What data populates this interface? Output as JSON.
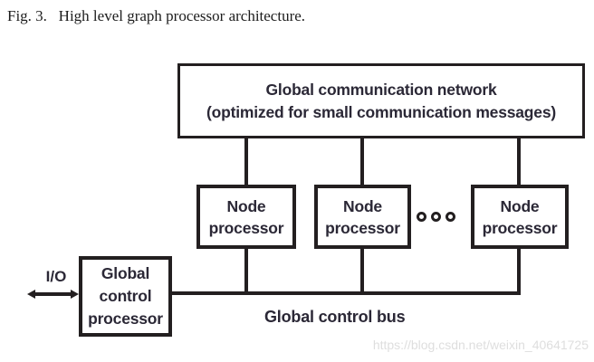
{
  "caption": "Fig. 3.   High level graph processor architecture.",
  "diagram": {
    "network_box": {
      "line1": "Global communication network",
      "line2": "(optimized for small communication messages)"
    },
    "node_processors": [
      {
        "line1": "Node",
        "line2": "processor"
      },
      {
        "line1": "Node",
        "line2": "processor"
      },
      {
        "line1": "Node",
        "line2": "processor"
      }
    ],
    "ellipsis_icon": "three-open-circles",
    "control_box": {
      "line1": "Global",
      "line2": "control",
      "line3": "processor"
    },
    "io_label": "I/O",
    "bus_label": "Global control bus"
  },
  "watermark": "https://blog.csdn.net/weixin_40641725",
  "colors": {
    "line": "#231f20",
    "text": "#2b2836",
    "watermark": "#dedede"
  }
}
